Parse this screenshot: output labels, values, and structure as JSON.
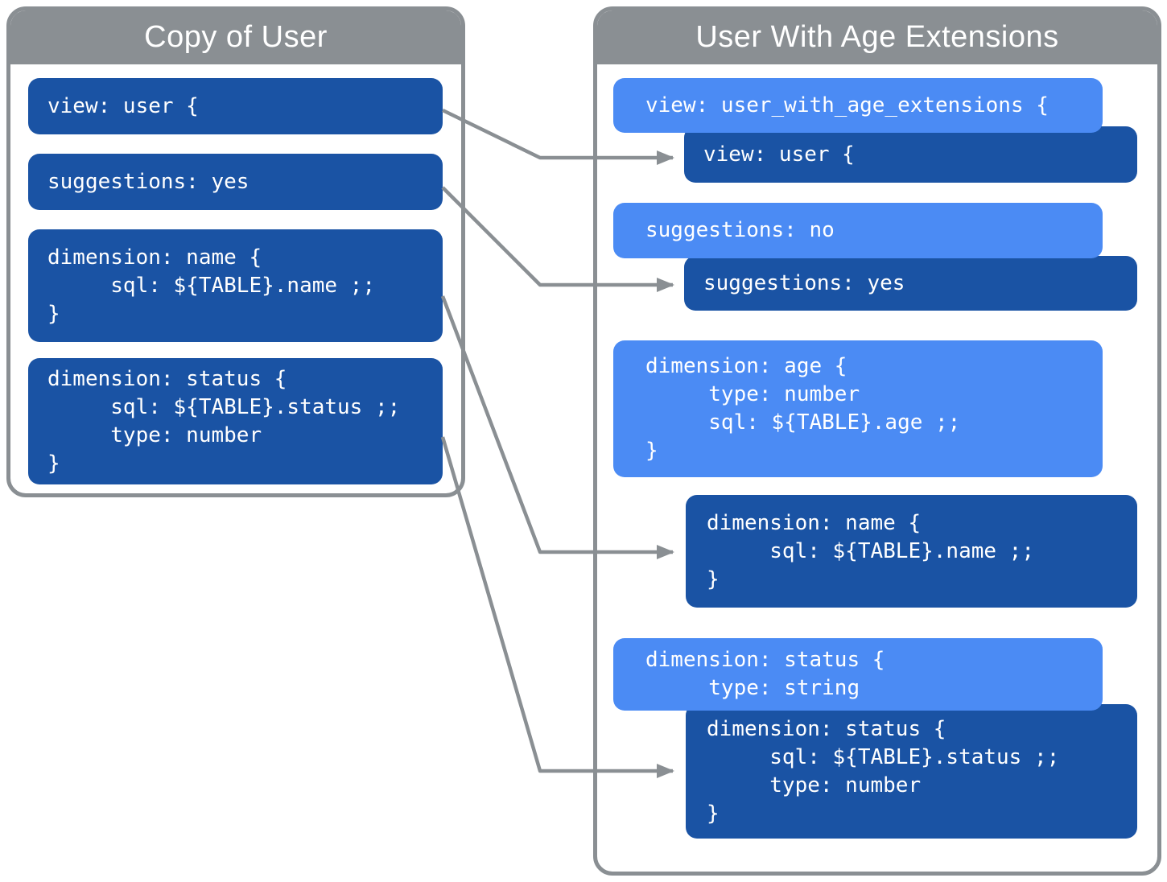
{
  "colors": {
    "panel_gray": "#8a8f93",
    "dark_blue": "#1a53a4",
    "light_blue": "#4b8bf4",
    "text_white": "#ffffff",
    "bg": "#ffffff",
    "connector_gray": "#8a8f93"
  },
  "left_panel": {
    "title": "Copy of User",
    "blocks": [
      {
        "variant": "dark",
        "lines": [
          "view: user {"
        ]
      },
      {
        "variant": "dark",
        "lines": [
          "suggestions: yes"
        ]
      },
      {
        "variant": "dark",
        "lines": [
          "dimension: name {",
          "     sql: ${TABLE}.name ;;",
          "}"
        ]
      },
      {
        "variant": "dark",
        "lines": [
          "dimension: status {",
          "     sql: ${TABLE}.status ;;",
          "     type: number",
          "}"
        ]
      }
    ]
  },
  "right_panel": {
    "title": "User With Age Extensions",
    "blocks": [
      {
        "variant": "light",
        "lines": [
          "view: user_with_age_extensions {"
        ]
      },
      {
        "variant": "dark",
        "lines": [
          "view: user {"
        ]
      },
      {
        "variant": "light",
        "lines": [
          "suggestions: no"
        ]
      },
      {
        "variant": "dark",
        "lines": [
          "suggestions: yes"
        ]
      },
      {
        "variant": "light",
        "lines": [
          "dimension: age {",
          "     type: number",
          "     sql: ${TABLE}.age ;;",
          "}"
        ]
      },
      {
        "variant": "dark",
        "lines": [
          "dimension: name {",
          "     sql: ${TABLE}.name ;;",
          "}"
        ]
      },
      {
        "variant": "light",
        "lines": [
          "dimension: status {",
          "     type: string"
        ]
      },
      {
        "variant": "dark",
        "lines": [
          "dimension: status {",
          "     sql: ${TABLE}.status ;;",
          "     type: number",
          "}"
        ]
      }
    ]
  },
  "connectors": [
    {
      "from": "left view: user",
      "to": "right inherited view: user"
    },
    {
      "from": "left suggestions: yes",
      "to": "right inherited suggestions: yes"
    },
    {
      "from": "left dimension: name",
      "to": "right inherited dimension: name"
    },
    {
      "from": "left dimension: status",
      "to": "right inherited dimension: status"
    }
  ]
}
